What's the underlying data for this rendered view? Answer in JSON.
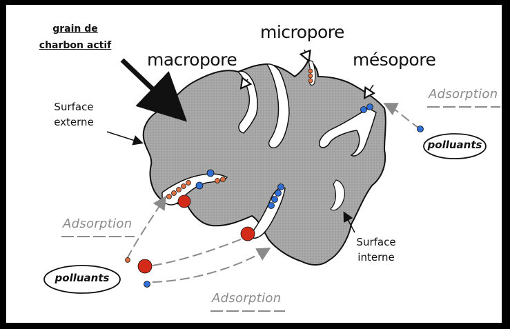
{
  "labels": {
    "grain_line1": "grain de",
    "grain_line2": "charbon actif",
    "macropore": "macropore",
    "micropore": "micropore",
    "mesopore": "mésopore",
    "surface_externe_1": "Surface",
    "surface_externe_2": "externe",
    "surface_interne_1": "Surface",
    "surface_interne_2": "interne",
    "adsorption": "Adsorption",
    "polluants": "polluants"
  },
  "colors": {
    "grain_fill": "#a9a9a9",
    "pore": "#ffffff",
    "outline": "#111111",
    "adsorption_text": "#8a8a8a",
    "arrow_dash": "#8a8a8a",
    "pollutant_red": "#d42a1a",
    "pollutant_blue": "#2f6fd6",
    "pollutant_orange": "#e07040"
  }
}
